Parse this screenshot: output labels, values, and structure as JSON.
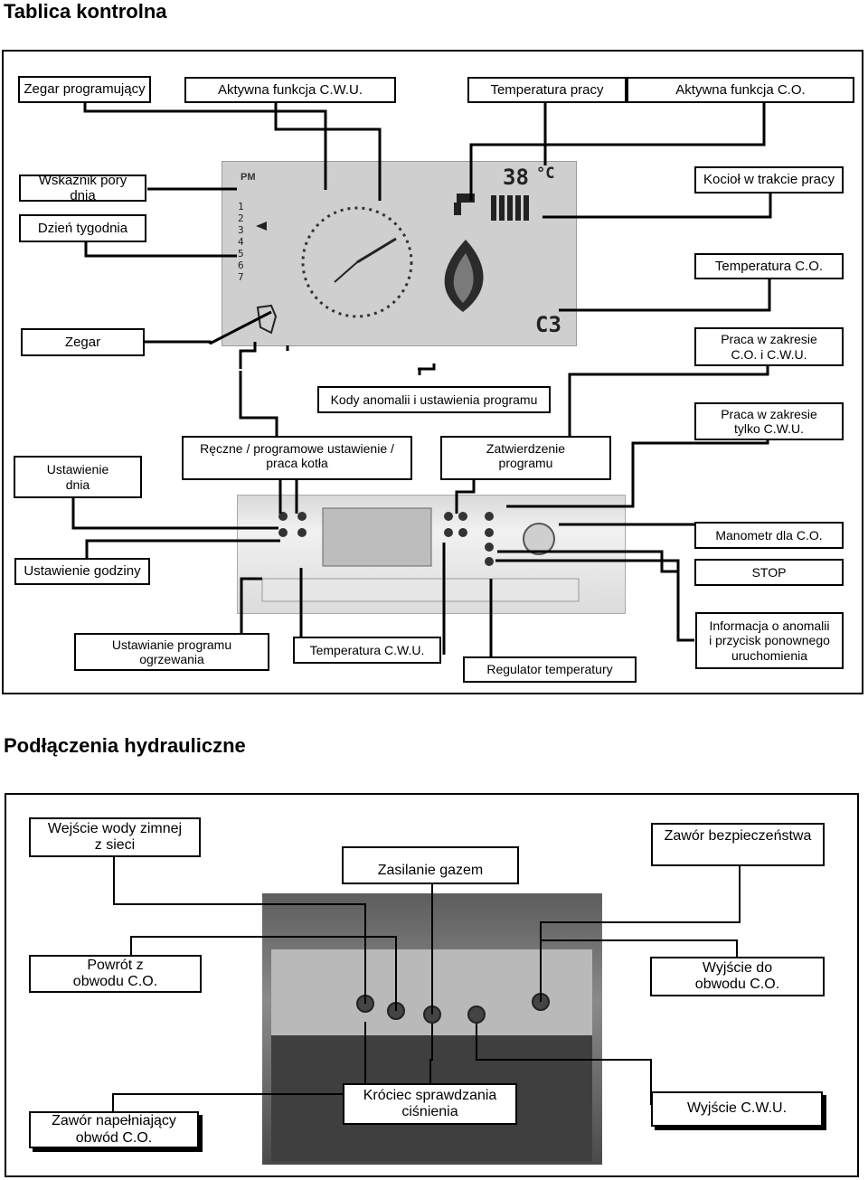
{
  "panel": {
    "title": "Tablica kontrolna",
    "labels": {
      "zegar_programujacy": "Zegar programujący",
      "aktywna_cwu": "Aktywna funkcja C.W.U.",
      "temperatura_pracy": "Temperatura pracy",
      "aktywna_co": "Aktywna funkcja C.O.",
      "wskaznik_pory": "Wskaźnik pory dnia",
      "kociol_pracy": "Kocioł w trakcie pracy",
      "dzien_tygodnia": "Dzień tygodnia",
      "temperatura_co": "Temperatura C.O.",
      "zegar": "Zegar",
      "praca_co_cwu": "Praca w zakresie\nC.O. i C.W.U.",
      "kody_anomalii": "Kody anomalii i ustawienia programu",
      "praca_cwu": "Praca w zakresie\ntylko C.W.U.",
      "ustawienie_dnia": "Ustawienie\ndnia",
      "reczne": "Ręczne / programowe ustawienie /\npraca kotła",
      "zatwierdzenie": "Zatwierdzenie\nprogramu",
      "manometr": "Manometr dla C.O.",
      "ustawienie_godziny": "Ustawienie godziny",
      "stop": "STOP",
      "ustawianie_programu": "Ustawianie programu\nogrzewania",
      "temperatura_cwu": "Temperatura C.W.U.",
      "regulator": "Regulator temperatury",
      "informacja": "Informacja o anomalii\ni przycisk ponownego\nuruchomienia"
    },
    "display": {
      "pm": "PM",
      "days": "1\n2\n3\n4\n5\n6\n7",
      "temp": "38",
      "unit": "°C",
      "code": "C3"
    }
  },
  "hydraulic": {
    "title": "Podłączenia hydrauliczne",
    "labels": {
      "wejscie_wody": "Wejście wody zimnej\nz sieci",
      "zasilanie": "Zasilanie gazem",
      "zawor_bezp": "Zawór bezpieczeństwa",
      "powrot": "Powrót z\nobwodu C.O.",
      "wyjscie_co": "Wyjście do\nobwodu C.O.",
      "zawor_nap": "Zawór napełniający\nobwód C.O.",
      "krociec": "Króciec sprawdzania\nciśnienia",
      "wyjscie_cwu": "Wyjście C.W.U."
    }
  }
}
